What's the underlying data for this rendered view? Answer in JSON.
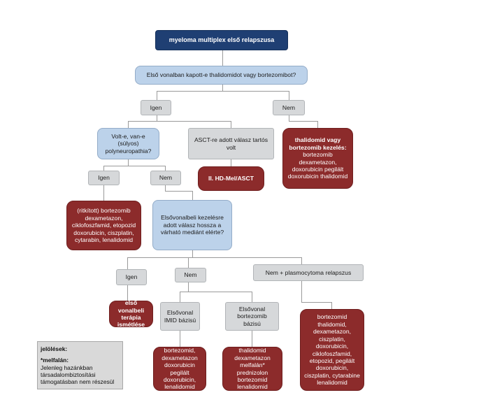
{
  "nodes": {
    "start": "myeloma multiplex első relapszusa",
    "q1": "Első vonalban kapott-e thalidomidot vagy bortezomibot?",
    "a_igen1": "Igen",
    "a_nem1": "Nem",
    "q2": "Volt-e, van-e (súlyos) polyneuropathia?",
    "q3": "ASCT-re adott válasz tartós volt",
    "t_thal_title": "thalidomid vagy bortezomib kezelés:",
    "t_thal_body": "bortezomib dexametazon, doxorubicin pegilált doxorubicin thalidomid",
    "a_igen2": "Igen",
    "a_nem2": "Nem",
    "t_hdmel": "II. HD-Mel/ASCT",
    "t_ritkitott": "(ritkított) bortezomib dexametazon, ciklofoszfamid, etopozid doxorubicin, ciszplatin, cytarabin, lenalidomid",
    "q4": "Elsővonalbeli kezelésre adott válasz hossza a várható mediánt elérte?",
    "a_igen3": "Igen",
    "a_nem3": "Nem",
    "a_plasmo": "Nem + plasmocytoma relapszus",
    "t_elso": "első vonalbeli terápia ismétlése",
    "a_imid": "Elsővonal IMID bázisú",
    "a_bort": "Elsővonal bortezomib bázisú",
    "t_imid": "bortezomid, dexametazon doxorubicin pegilált doxorubicin, lenalidomid",
    "t_bort": "thalidomid dexametazon melfalán* prednizolon bortezomid lenalidomid",
    "t_plasmo": "bortezomid thalidomid, dexametazon, ciszplatin, doxorubicin, ciklofoszfamid, etopozid, pegilált doxorubicin, ciszplatin, cytarabine lenalidomid"
  },
  "legend": {
    "title": "jelölések:",
    "name": "*melfalán:",
    "text": "Jelenleg hazánkban társadalombiztosítási támogatásban nem részesül"
  },
  "colors": {
    "start": "#1f3f73",
    "question": "#bcd2ea",
    "answer": "#d6d8da",
    "therapy": "#8c2b2b",
    "connector": "#9a9a9a"
  }
}
